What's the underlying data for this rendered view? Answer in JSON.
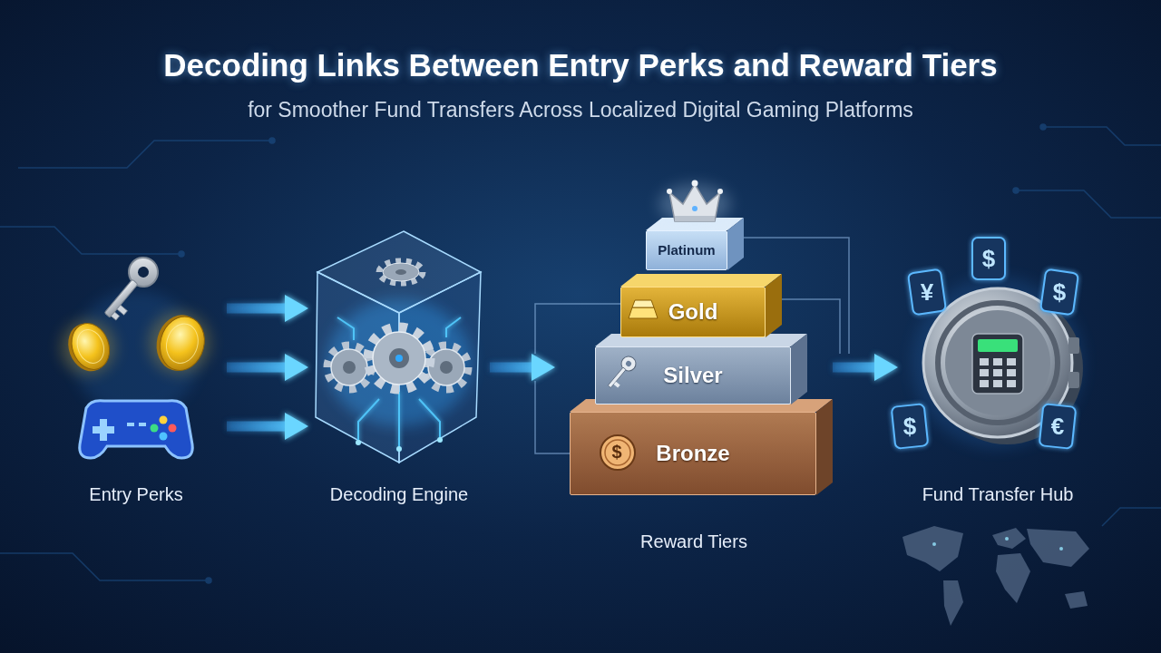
{
  "diagram": {
    "title": "Decoding Links Between Entry Perks and Reward Tiers",
    "caption": "for Smoother Fund Transfers Across Localized Digital Gaming Platforms",
    "nodes": [
      {
        "text": [
          "Entry Perks"
        ]
      },
      {
        "text": [
          "Decoding Engine"
        ]
      },
      {
        "text": [
          "Reward Tiers"
        ]
      },
      {
        "text": [
          "Platinum"
        ],
        "in": 2
      },
      {
        "text": [
          "Gold"
        ],
        "in": 2
      },
      {
        "text": [
          "Silver"
        ],
        "in": 2
      },
      {
        "text": [
          "Bronze"
        ],
        "in": 2
      },
      {
        "text": [
          "Fund Transfer Hub"
        ]
      }
    ],
    "edges": [
      {
        "from": 0,
        "to": 1,
        "arrow": "to"
      },
      {
        "from": 0,
        "to": 1,
        "arrow": "to"
      },
      {
        "from": 0,
        "to": 1,
        "arrow": "to"
      },
      {
        "from": 1,
        "to": 2,
        "arrow": "to"
      },
      {
        "from": 2,
        "to": 7,
        "arrow": "to"
      }
    ],
    "labels": [
      "$",
      "¥",
      "$",
      "$",
      "$",
      "€"
    ]
  }
}
